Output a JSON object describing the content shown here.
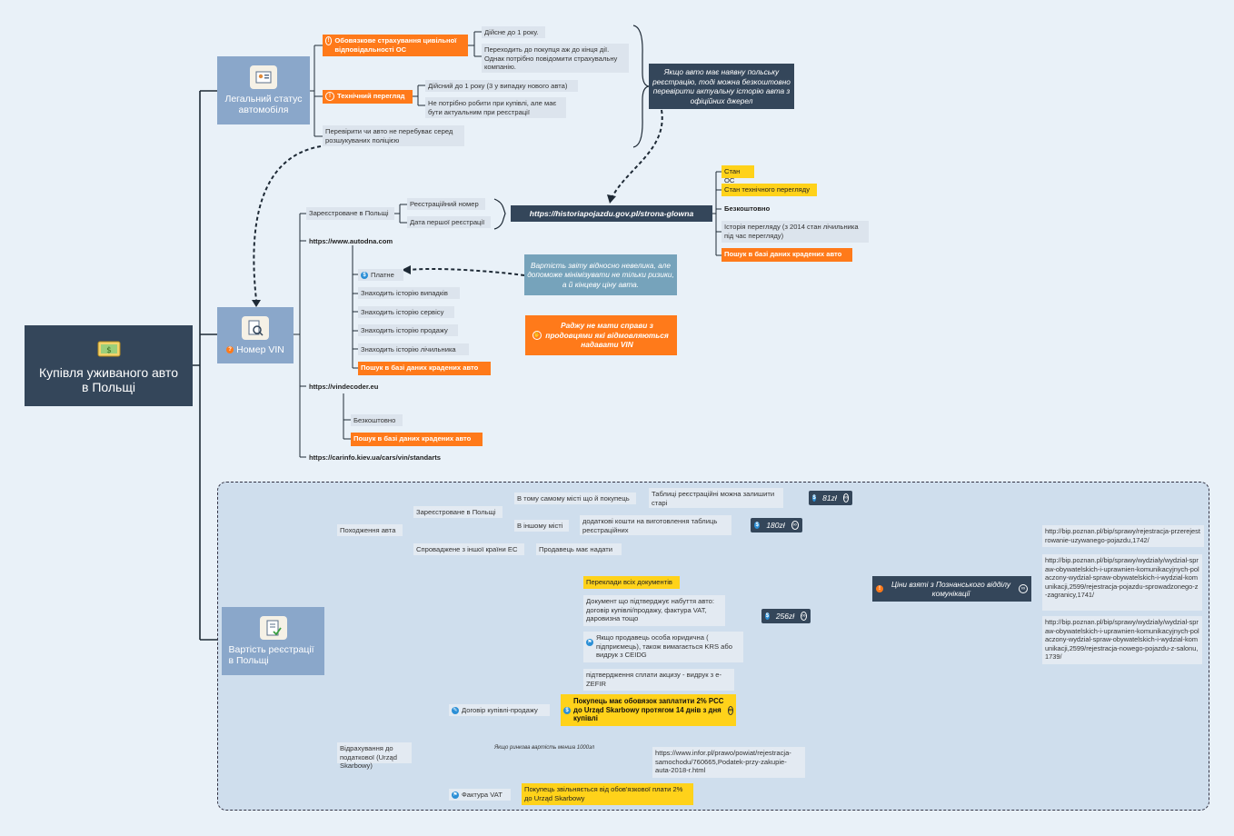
{
  "root": {
    "title": "Купівля уживаного авто в Польщі",
    "icon": "money-icon"
  },
  "legal": {
    "title": "Легальний статус автомобіля",
    "insurance": "Обовязкове страхування цивільної відповідальності ОС",
    "insurance_valid": "Дійсне до 1 року.",
    "insurance_note": "Переходить до покупця аж до кінця дії. Однак потрібно повідомити страхувальну компанію.",
    "inspection": "Технічний перегляд",
    "inspection_valid": "Дійсний до 1 року (3 у випадку нового авта)",
    "inspection_note": "Не потрібно робити при купівлі, але має бути актуальним при реєстрації",
    "wanted": "Перевірити чи авто не перебуває  серед розшукуваних поліцією",
    "callout": "Якщо авто має наявну польську реєстрацію, тоді можна безкоштовно перевірити актуальну історію авта з офіційних джерел"
  },
  "vin": {
    "title": "Номер VIN",
    "registered": "Зареєстроване в Польщі",
    "reg_number": "Реєстраційний номер",
    "first_reg": "Дата першої реєстрації",
    "history_url": "https://historiapojazdu.gov.pl/strona-glowna",
    "history_items": [
      "Стан ОС",
      "Стан технічного перегляду",
      "Безкоштовно",
      "Історія перегляду (з 2014 стан лічильника під час перегляду)",
      "Пошук в базі даних крадених авто"
    ],
    "autodna": "https://www.autodna.com",
    "autodna_items": [
      "Платне",
      "Знаходить історію випадків",
      "Знаходить історію сервісу",
      "Знаходить історію продажу",
      "Знаходить історію лічильника",
      "Пошук в базі даних крадених авто"
    ],
    "paid_note": "Вартість звіту відносно невелика, але допоможе мінімізувати не тільки ризики, а й кінцеву ціну авта.",
    "advice": "Раджу не мати справи з продовцями які відмовляються надавати VIN",
    "vindecoder": "https://vindecoder.eu",
    "vindecoder_items": [
      "Безкоштовно",
      "Пошук в базі даних крадених авто"
    ],
    "carinfo": "https://carinfo.kiev.ua/cars/vin/standarts"
  },
  "cost": {
    "title": "Вартість реєстрації в Польщі",
    "origin": "Походження авта",
    "reg_pl": "Зареєстроване в Польщі",
    "same_city": "В тому самому місті що й покупець",
    "same_city_note": "Таблиці реєстраційні можна залишити старі",
    "price_same": "81zł",
    "other_city": "В іншому місті",
    "other_city_note": "додаткові кошти на виготовлення таблиць реєстраційних",
    "price_other": "180zł",
    "imported": "Спроваджене з іншої країни ЕС",
    "seller_must": "Продавець має надати",
    "translations": "Переклади всіх документів",
    "ownership_doc": "Документ що підтверджує набуття авто: договір купівлі/продажу, фактура VAT, даровизна тощо",
    "legal_entity": "Якщо продавець особа юридична ( підприємець), також вимагається KRS або видрук з CEIDG",
    "excise": "підтвердження сплати акцизу -  видрук з e-ZEFIR",
    "price_imported": "256zł",
    "prices_source": "Ціни взяті з Познанського відділу комунікації",
    "links": [
      "http://bip.poznan.pl/bip/sprawy/rejestracja-przerejestrowanie-uzywanego-pojazdu,1742/",
      "http://bip.poznan.pl/bip/sprawy/wydzialy/wydzial-spraw-obywatelskich-i-uprawnien-komunikacyjnych-polaczony-wydzial-spraw-obywatelskich-i-wydzial-komunikacji,2599/rejestracja-pojazdu-sprowadzonego-z-zagranicy,1741/",
      "http://bip.poznan.pl/bip/sprawy/wydzialy/wydzial-spraw-obywatelskich-i-uprawnien-komunikacyjnych-polaczony-wydzial-spraw-obywatelskich-i-wydzial-komunikacji,2599/rejestracja-nowego-pojazdu-z-salonu,1739/"
    ],
    "tax": "Відрахування до податкової (Urząd Skarbowy)",
    "contract": "Договір купівлі-продажу",
    "contract_note": "Покупець має обовязок заплатити 2% PCC до Urząd Skarbowy протягом 14 днів з дня купівлі",
    "contract_link": "https://www.infor.pl/prawo/powiat/rejestracja-samochodu/760665,Podatek-przy-zakupie-auta-2018-r.html",
    "market_note": "Якщо ринкова вартість менша 1000зл",
    "vat_invoice": "Фактура VAT",
    "vat_note": "Покупець звільняється від обов'язкової плати 2% до Urząd Skarbowy"
  }
}
